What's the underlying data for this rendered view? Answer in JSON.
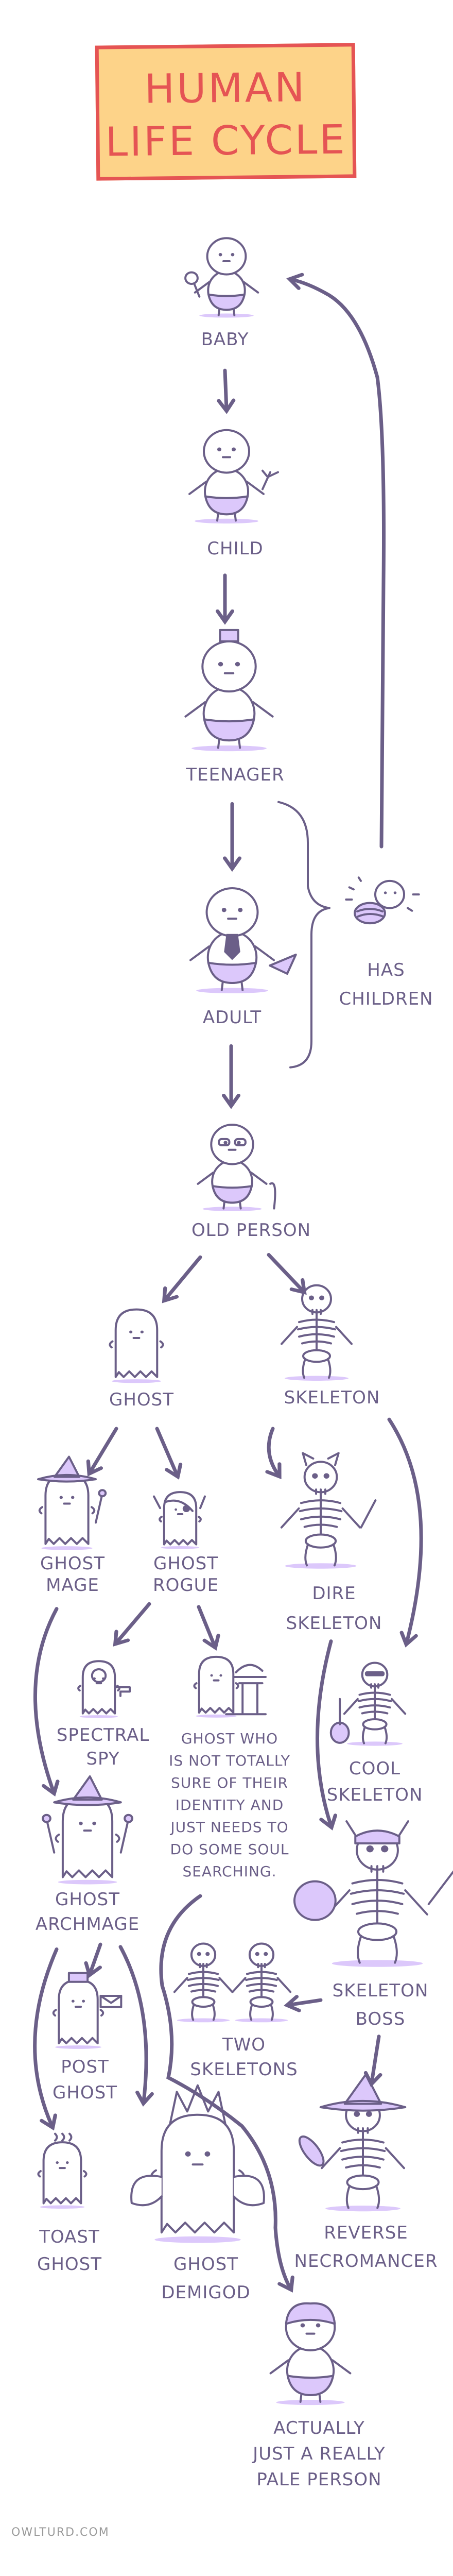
{
  "title": {
    "line1": "HUMAN",
    "line2": "LIFE CYCLE"
  },
  "colors": {
    "ink": "#6b5f88",
    "accent_lilac": "#dcc8fb",
    "title_red": "#e55454",
    "title_bg": "#fdd389"
  },
  "stages": {
    "baby": "BABY",
    "child": "CHILD",
    "teenager": "TEENAGER",
    "adult": "ADULT",
    "has_children": [
      "HAS",
      "CHILDREN"
    ],
    "old_person": "OLD PERSON",
    "ghost": "GHOST",
    "skeleton": "SKELETON",
    "ghost_mage": [
      "GHOST",
      "MAGE"
    ],
    "ghost_rogue": [
      "GHOST",
      "ROGUE"
    ],
    "dire_skeleton": [
      "DIRE",
      "SKELETON"
    ],
    "spectral_spy": [
      "SPECTRAL",
      "SPY"
    ],
    "ghost_who": [
      "GHOST WHO",
      "IS NOT TOTALLY",
      "SURE OF THEIR",
      "IDENTITY AND",
      "JUST NEEDS TO",
      "DO SOME SOUL",
      "SEARCHING."
    ],
    "cool_skeleton": [
      "COOL",
      "SKELETON"
    ],
    "ghost_archmage": [
      "GHOST",
      "ARCHMAGE"
    ],
    "skeleton_boss": [
      "SKELETON",
      "BOSS"
    ],
    "two_skeletons": [
      "TWO",
      "SKELETONS"
    ],
    "post_ghost": [
      "POST",
      "GHOST"
    ],
    "toast_ghost": [
      "TOAST",
      "GHOST"
    ],
    "ghost_demigod": [
      "GHOST",
      "DEMIGOD"
    ],
    "reverse_necromancer": [
      "REVERSE",
      "NECROMANCER"
    ],
    "pale_person": [
      "ACTUALLY",
      "JUST A REALLY",
      "PALE PERSON"
    ]
  },
  "credit": "OWLTURD.COM"
}
